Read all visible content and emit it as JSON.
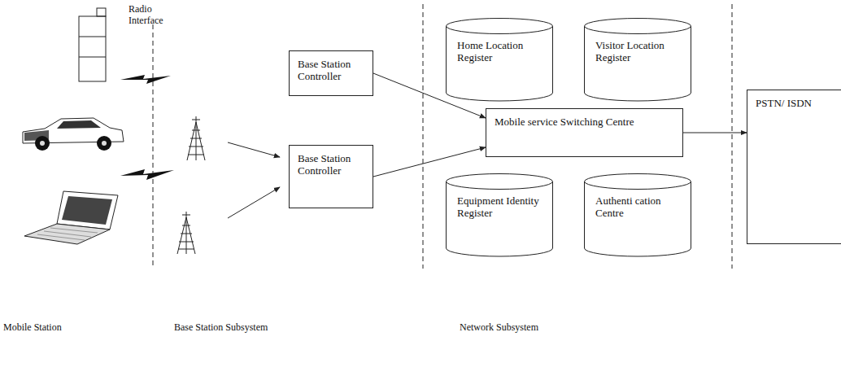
{
  "diagram": {
    "nodes": [
      {
        "text": [
          "Base Station Controller"
        ]
      },
      {
        "text": [
          "Home Location Register"
        ]
      },
      {
        "text": [
          "Visitor Location Register"
        ]
      },
      {
        "text": [
          "Mobile service Switching Centre"
        ]
      },
      {
        "text": [
          "Base Station Controller"
        ]
      },
      {
        "text": [
          "Equipment Identity Register"
        ]
      },
      {
        "text": [
          "Authenti cation Centre"
        ]
      },
      {
        "text": [
          "PSTN/ ISDN"
        ]
      }
    ],
    "edges": [
      {
        "from": 0,
        "to": 3,
        "arrow": "to"
      },
      {
        "from": 4,
        "to": 3,
        "arrow": "to"
      },
      {
        "from": 3,
        "to": 7,
        "arrow": "to"
      }
    ],
    "labels": [
      "Radio Interface",
      "Mobile Station",
      "Base Station Subsystem",
      "Network Subsystem"
    ]
  }
}
